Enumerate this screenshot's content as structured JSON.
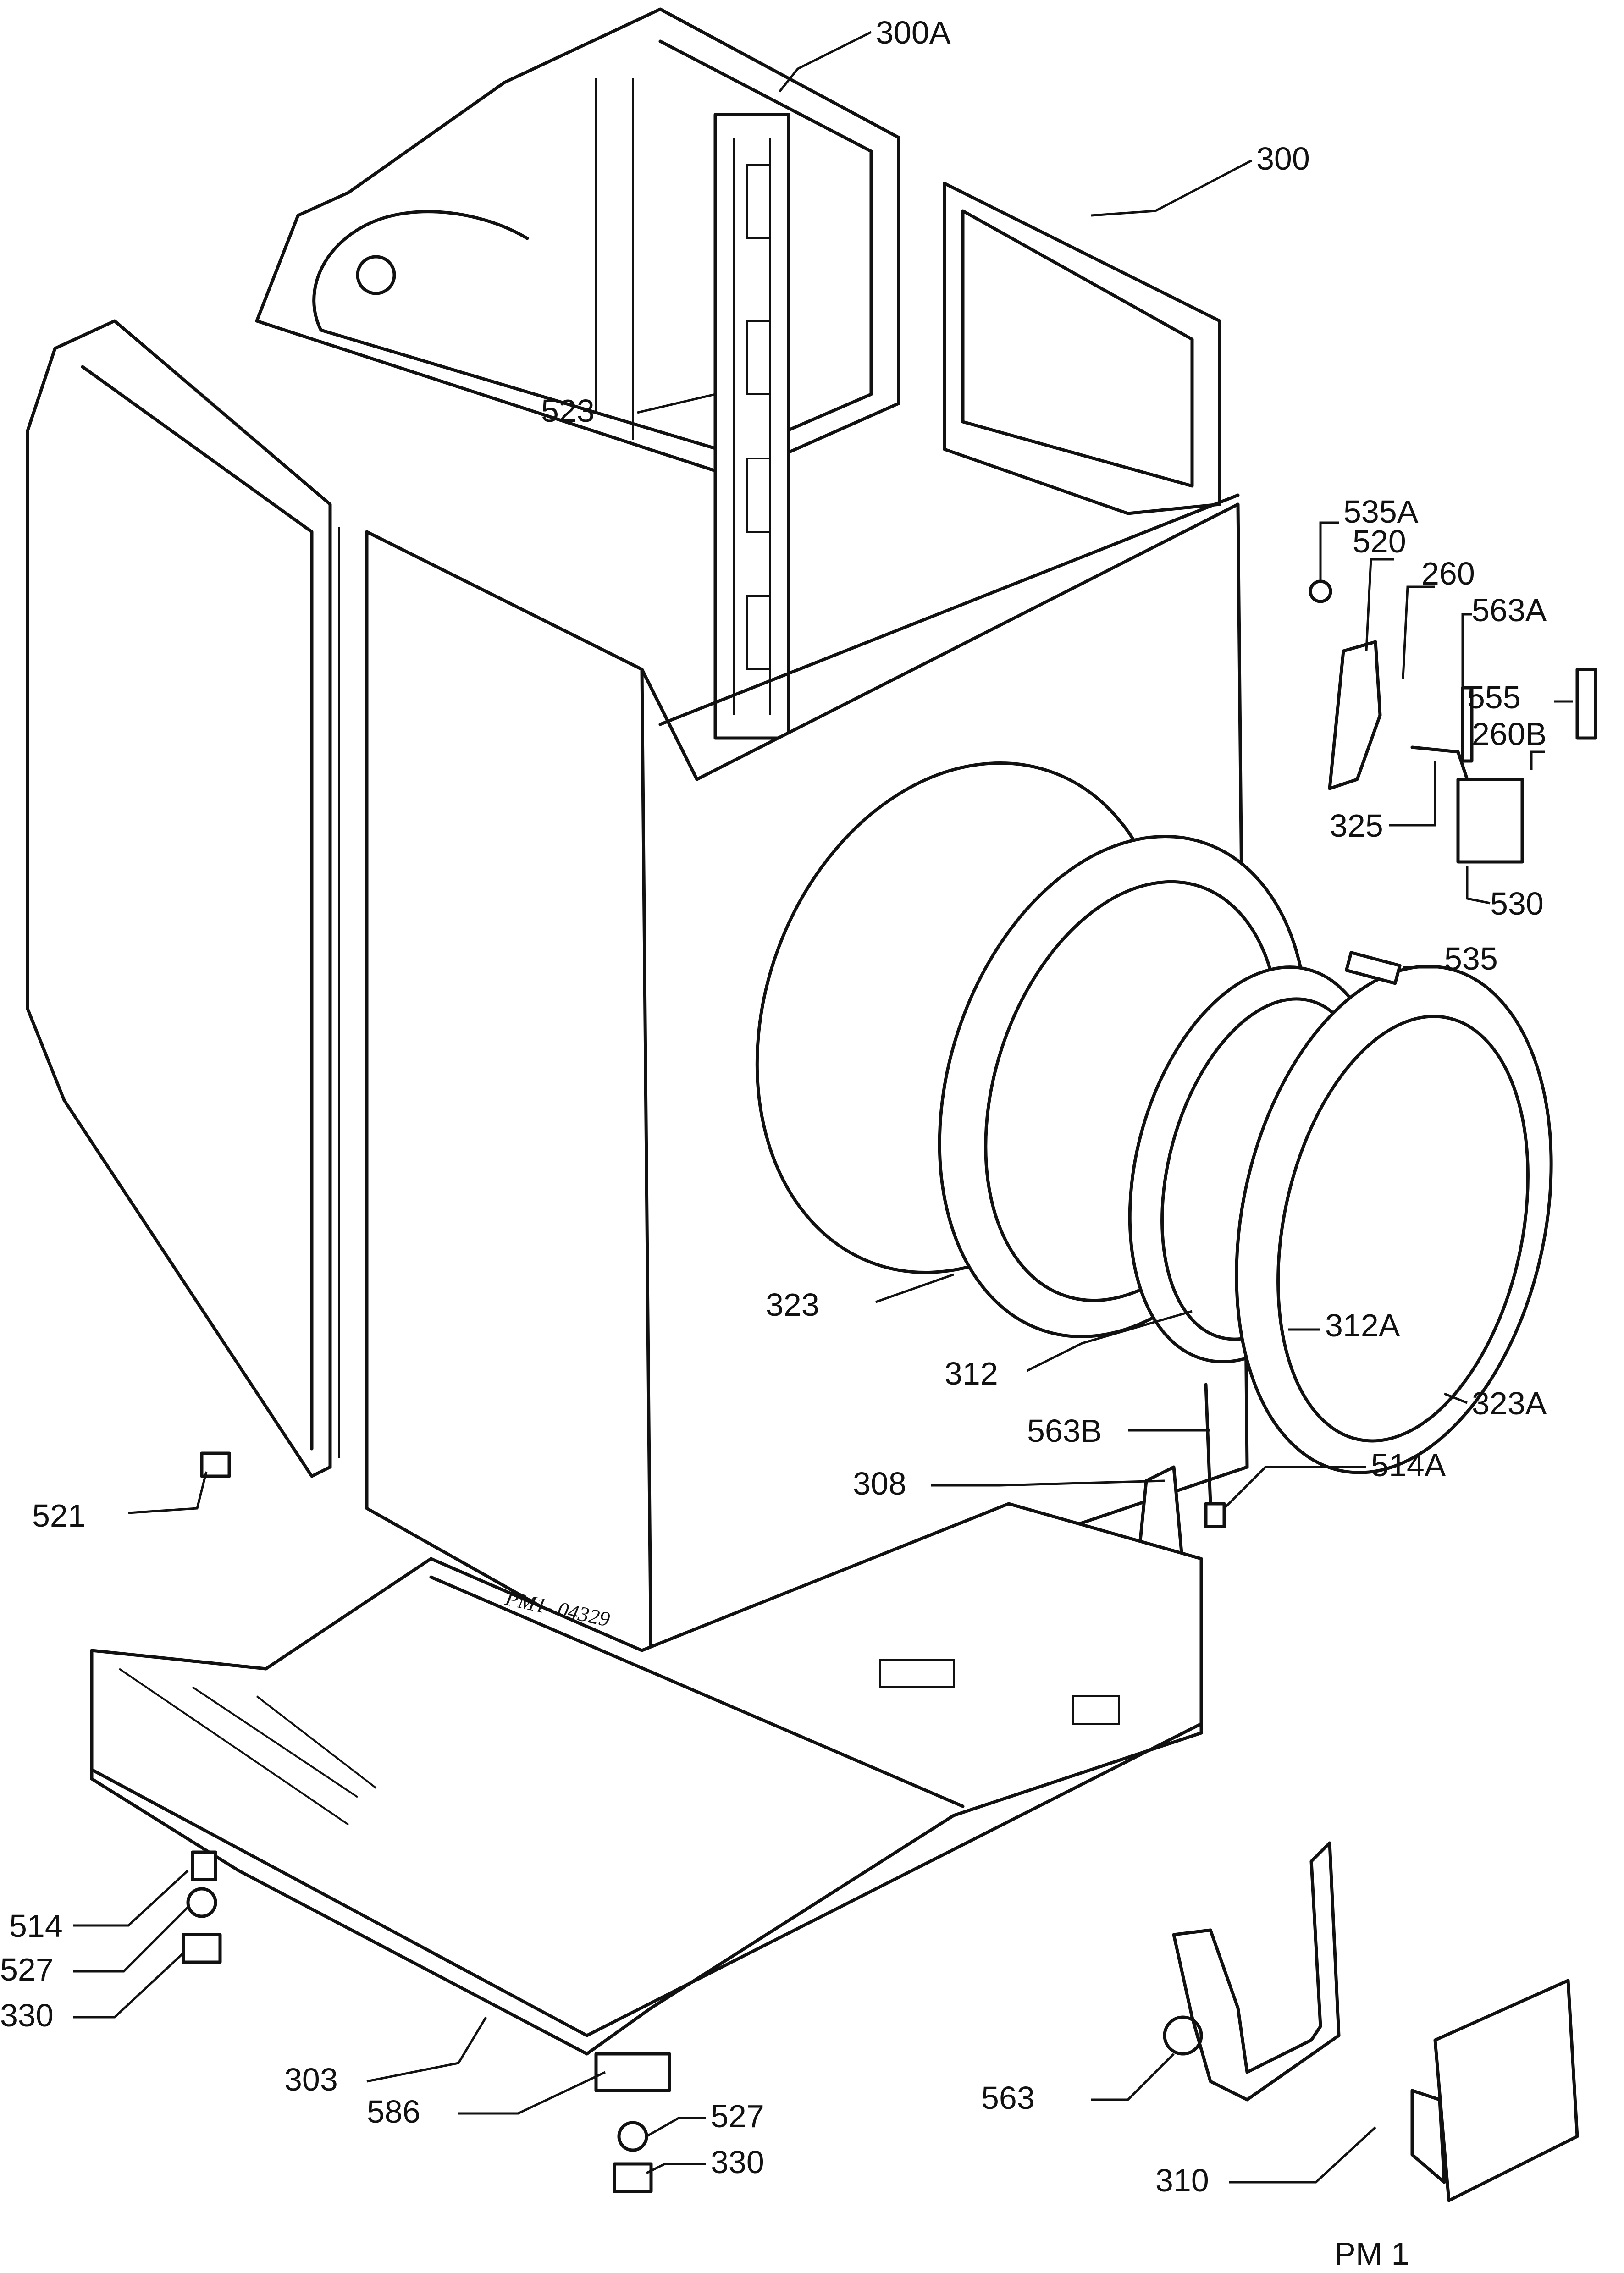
{
  "callouts": [
    {
      "id": "300A",
      "text": "300A"
    },
    {
      "id": "300",
      "text": "300"
    },
    {
      "id": "523",
      "text": "523"
    },
    {
      "id": "535A",
      "text": "535A"
    },
    {
      "id": "520",
      "text": "520"
    },
    {
      "id": "260",
      "text": "260"
    },
    {
      "id": "563A",
      "text": "563A"
    },
    {
      "id": "555",
      "text": "555"
    },
    {
      "id": "260B",
      "text": "260B"
    },
    {
      "id": "325",
      "text": "325"
    },
    {
      "id": "530",
      "text": "530"
    },
    {
      "id": "535",
      "text": "535"
    },
    {
      "id": "323",
      "text": "323"
    },
    {
      "id": "312A",
      "text": "312A"
    },
    {
      "id": "312",
      "text": "312"
    },
    {
      "id": "323A",
      "text": "323A"
    },
    {
      "id": "563B",
      "text": "563B"
    },
    {
      "id": "308",
      "text": "308"
    },
    {
      "id": "514A",
      "text": "514A"
    },
    {
      "id": "521",
      "text": "521"
    },
    {
      "id": "514",
      "text": "514"
    },
    {
      "id": "527a",
      "text": "527"
    },
    {
      "id": "330a",
      "text": "330"
    },
    {
      "id": "303",
      "text": "303"
    },
    {
      "id": "586",
      "text": "586"
    },
    {
      "id": "527b",
      "text": "527"
    },
    {
      "id": "330b",
      "text": "330"
    },
    {
      "id": "563",
      "text": "563"
    },
    {
      "id": "310",
      "text": "310"
    }
  ],
  "stamp": "PM1- 04329",
  "page_code": "PM 1"
}
